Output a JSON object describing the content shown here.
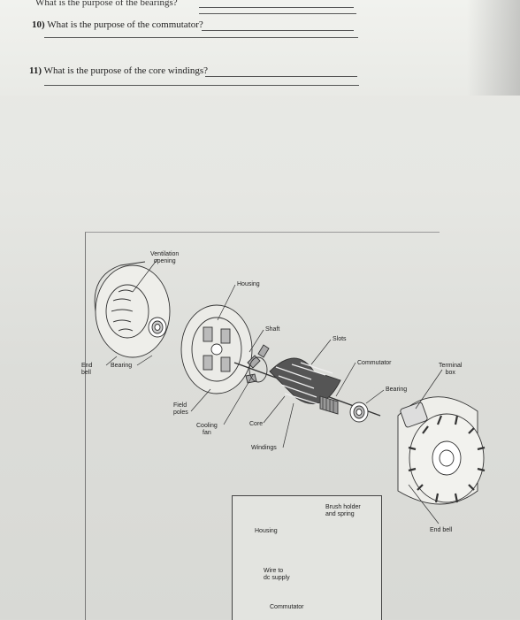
{
  "questions": [
    {
      "label": "What is the purpose of the bearings?"
    },
    {
      "number": "10)",
      "label": "What is the purpose of the commutator?"
    },
    {
      "number": "11)",
      "label": "What is the purpose of the core windings?"
    }
  ],
  "figure": {
    "labels": {
      "ventilation_opening": [
        "Ventilation",
        "opening"
      ],
      "housing": "Housing",
      "shaft": "Shaft",
      "slots": "Slots",
      "end_bell_left": [
        "End",
        "bell"
      ],
      "bearing_left": "Bearing",
      "commutator": "Commutator",
      "terminal_box": [
        "Terminal",
        "box"
      ],
      "bearing_right": "Bearing",
      "field_poles": [
        "Field",
        "poles"
      ],
      "cooling_fan": [
        "Cooling",
        "fan"
      ],
      "core": "Core",
      "windings": "Windings",
      "end_bell_right": "End bell"
    },
    "inset": {
      "brush_holder": [
        "Brush holder",
        "and spring"
      ],
      "housing": "Housing",
      "wire_supply": [
        "Wire to",
        "dc supply"
      ],
      "commutator": "Commutator"
    }
  }
}
